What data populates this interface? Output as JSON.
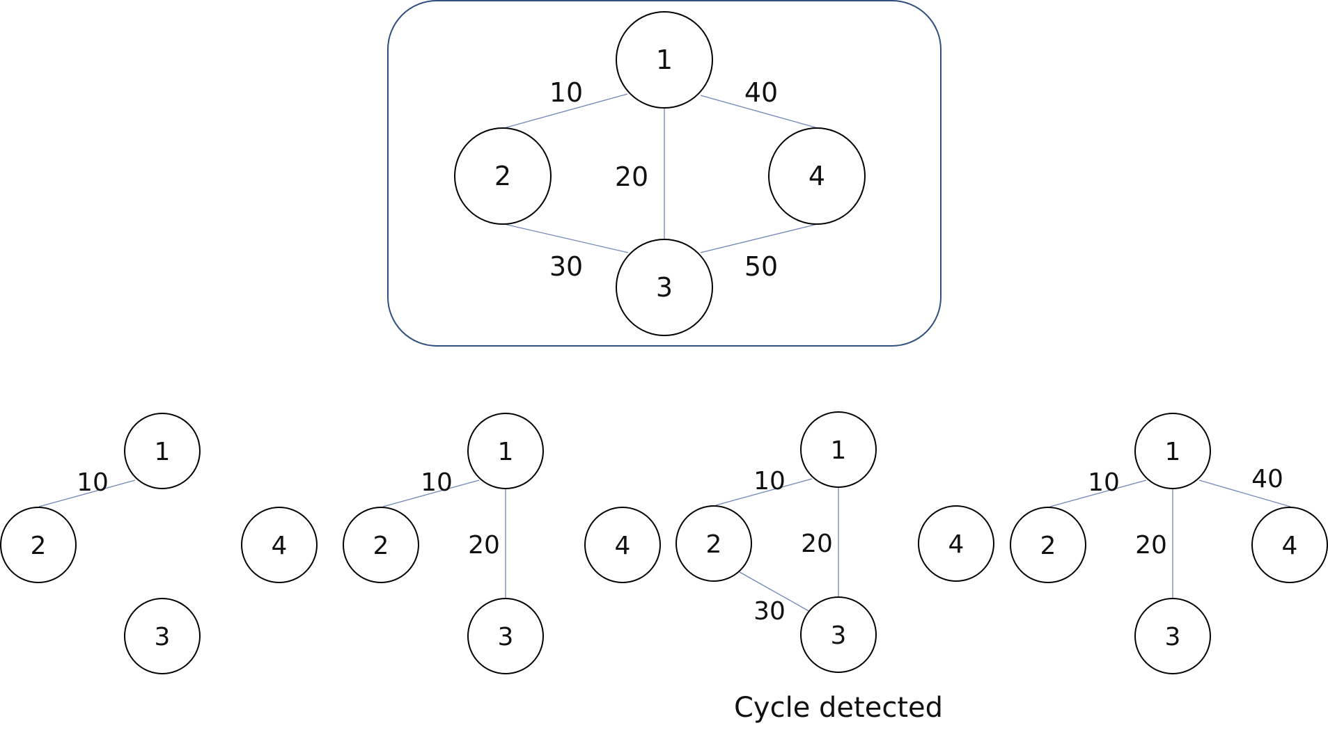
{
  "colors": {
    "panel_border": "#2f4f7f",
    "edge": "#6f86b8",
    "node_border": "#000000",
    "background": "#ffffff"
  },
  "graphs": [
    {
      "id": "full",
      "nodes": [
        "1",
        "2",
        "3",
        "4"
      ],
      "edges": [
        {
          "from": "1",
          "to": "2",
          "weight": "10"
        },
        {
          "from": "1",
          "to": "3",
          "weight": "20"
        },
        {
          "from": "2",
          "to": "3",
          "weight": "30"
        },
        {
          "from": "1",
          "to": "4",
          "weight": "40"
        },
        {
          "from": "3",
          "to": "4",
          "weight": "50"
        }
      ]
    },
    {
      "id": "step1",
      "nodes": [
        "1",
        "2",
        "3",
        "4"
      ],
      "edges": [
        {
          "from": "1",
          "to": "2",
          "weight": "10"
        }
      ]
    },
    {
      "id": "step2",
      "nodes": [
        "1",
        "2",
        "3",
        "4"
      ],
      "edges": [
        {
          "from": "1",
          "to": "2",
          "weight": "10"
        },
        {
          "from": "1",
          "to": "3",
          "weight": "20"
        }
      ]
    },
    {
      "id": "step3",
      "nodes": [
        "1",
        "2",
        "3",
        "4"
      ],
      "edges": [
        {
          "from": "1",
          "to": "2",
          "weight": "10"
        },
        {
          "from": "1",
          "to": "3",
          "weight": "20"
        },
        {
          "from": "2",
          "to": "3",
          "weight": "30"
        }
      ],
      "caption": "Cycle detected"
    },
    {
      "id": "step4",
      "nodes": [
        "1",
        "2",
        "3",
        "4"
      ],
      "edges": [
        {
          "from": "1",
          "to": "2",
          "weight": "10"
        },
        {
          "from": "1",
          "to": "3",
          "weight": "20"
        },
        {
          "from": "1",
          "to": "4",
          "weight": "40"
        }
      ]
    }
  ]
}
